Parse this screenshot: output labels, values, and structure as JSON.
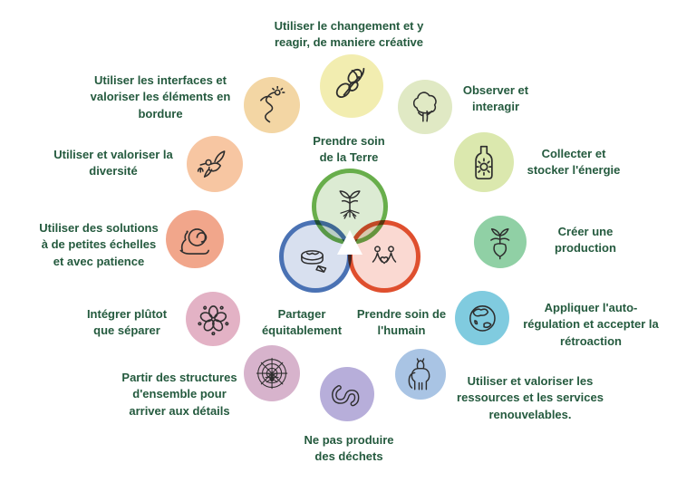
{
  "colors": {
    "background": "#ffffff",
    "label_text": "#245a3e",
    "icon_stroke": "#2e2e2e"
  },
  "venn": {
    "earth": {
      "label": "Prendre soin\nde la Terre",
      "ring_color": "#68ae4b",
      "fill_color": "rgba(140,190,110,0.30)",
      "icon": "sapling-with-roots"
    },
    "share": {
      "label": "Partager\néquitablement",
      "ring_color": "#4a72b4",
      "fill_color": "rgba(100,130,190,0.25)",
      "icon": "pie-share"
    },
    "human": {
      "label": "Prendre soin de\nl'humain",
      "ring_color": "#df4f2e",
      "fill_color": "rgba(235,110,80,0.26)",
      "icon": "people-heart"
    }
  },
  "principles": [
    {
      "label": "Utiliser le changement et y\nreagir, de maniere créative",
      "circle_color": "#f2edb0",
      "icon": "butterfly"
    },
    {
      "label": "Observer et\ninteragir",
      "circle_color": "#e0e9c4",
      "icon": "tree"
    },
    {
      "label": "Collecter et\nstocker l'énergie",
      "circle_color": "#dbe8ae",
      "icon": "bottled-sun"
    },
    {
      "label": "Créer une\nproduction",
      "circle_color": "#90d0a5",
      "icon": "radish"
    },
    {
      "label": "Appliquer l'auto-\nrégulation et accepter la\nrétroaction",
      "circle_color": "#80cbdf",
      "icon": "earth-globe"
    },
    {
      "label": "Utiliser et valoriser les\nressources et les services\nrenouvelables.",
      "circle_color": "#a9c4e4",
      "icon": "horse"
    },
    {
      "label": "Ne pas produire\ndes déchets",
      "circle_color": "#b7aeda",
      "icon": "worm"
    },
    {
      "label": "Partir des structures\nd'ensemble pour\narriver aux détails",
      "circle_color": "#d7b3cc",
      "icon": "spider-web"
    },
    {
      "label": "Intégrer plûtot\nque séparer",
      "circle_color": "#e3b2c5",
      "icon": "flower-rosette"
    },
    {
      "label": "Utiliser des solutions\nà de petites échelles\net avec patience",
      "circle_color": "#f1a68b",
      "icon": "snail"
    },
    {
      "label": "Utiliser et valoriser la\ndiversité",
      "circle_color": "#f7c6a2",
      "icon": "hummingbird"
    },
    {
      "label": "Utiliser les interfaces et\nvaloriser les éléments en\nbordure",
      "circle_color": "#f3d6a4",
      "icon": "winding-path"
    }
  ]
}
